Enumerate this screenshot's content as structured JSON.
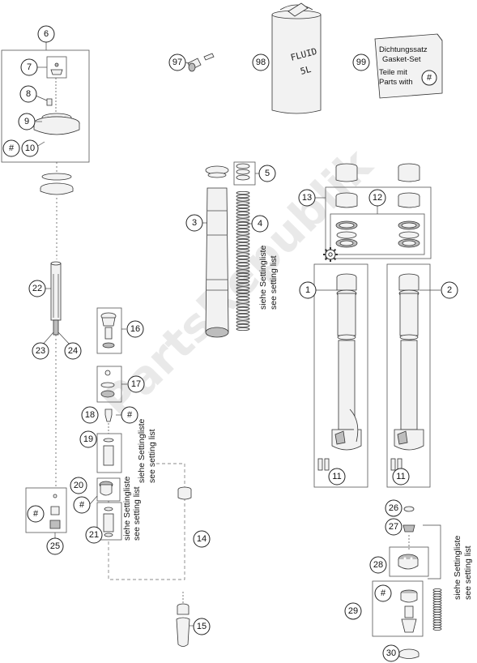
{
  "callouts": [
    {
      "id": "6",
      "label": "6"
    },
    {
      "id": "7",
      "label": "7"
    },
    {
      "id": "8",
      "label": "8"
    },
    {
      "id": "9",
      "label": "9"
    },
    {
      "id": "10",
      "label": "10"
    },
    {
      "id": "22",
      "label": "22"
    },
    {
      "id": "23",
      "label": "23"
    },
    {
      "id": "24",
      "label": "24"
    },
    {
      "id": "25",
      "label": "25"
    },
    {
      "id": "97",
      "label": "97"
    },
    {
      "id": "98",
      "label": "98"
    },
    {
      "id": "99",
      "label": "99"
    },
    {
      "id": "3",
      "label": "3"
    },
    {
      "id": "4",
      "label": "4"
    },
    {
      "id": "5",
      "label": "5"
    },
    {
      "id": "16",
      "label": "16"
    },
    {
      "id": "17",
      "label": "17"
    },
    {
      "id": "18",
      "label": "18"
    },
    {
      "id": "19",
      "label": "19"
    },
    {
      "id": "20",
      "label": "20"
    },
    {
      "id": "21",
      "label": "21"
    },
    {
      "id": "14",
      "label": "14"
    },
    {
      "id": "15",
      "label": "15"
    },
    {
      "id": "13",
      "label": "13"
    },
    {
      "id": "12",
      "label": "12"
    },
    {
      "id": "1",
      "label": "1"
    },
    {
      "id": "2",
      "label": "2"
    },
    {
      "id": "11a",
      "label": "11"
    },
    {
      "id": "11b",
      "label": "11"
    },
    {
      "id": "26",
      "label": "26"
    },
    {
      "id": "27",
      "label": "27"
    },
    {
      "id": "28",
      "label": "28"
    },
    {
      "id": "29",
      "label": "29"
    },
    {
      "id": "30",
      "label": "30"
    }
  ],
  "hash_mark": "#",
  "fluid_can": {
    "line1": "FLUID",
    "line2": "5L"
  },
  "gasket_card": {
    "line1": "Dichtungssatz",
    "line2": "Gasket-Set",
    "line3": "Teile mit",
    "line4": "Parts with"
  },
  "setting_note": {
    "de": "siehe Settingliste",
    "en": "see setting list"
  },
  "watermark": "PartsRepublik"
}
